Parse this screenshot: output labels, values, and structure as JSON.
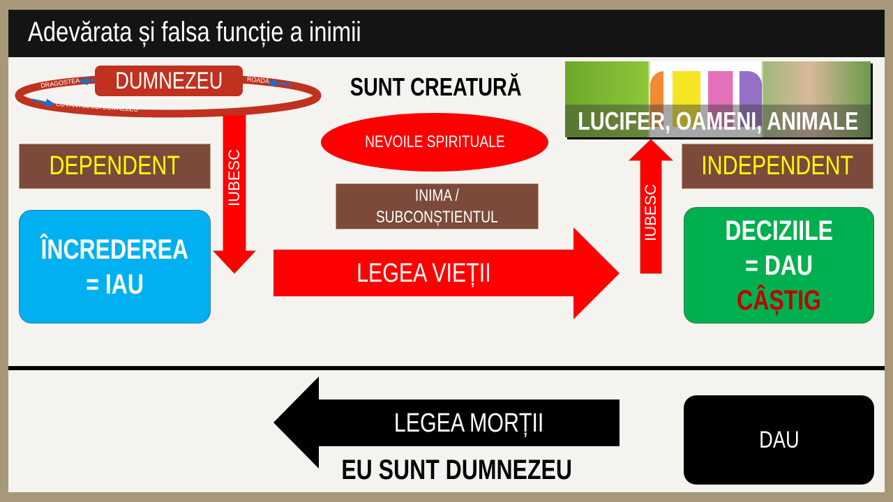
{
  "title": "Adevărata și falsa funcție a inimii",
  "cycle": {
    "center": "DUMNEZEU",
    "left": "DRAGOSTEA",
    "right": "ROADĂ",
    "bottom": "CUVÂNTUL LUI DUMNEZEU"
  },
  "heading_top": "SUNT CREATURĂ",
  "needs": "NEVOILE SPIRITUALE",
  "heart": {
    "line1": "INIMA /",
    "line2": "SUBCONȘTIENTUL"
  },
  "dependent": "DEPENDENT",
  "independent": "INDEPENDENT",
  "trust": {
    "line1": "ÎNCREDEREA",
    "line2": "= IAU"
  },
  "decisions": {
    "line1": "DECIZIILE",
    "line2": "= DAU",
    "line3": "CÂȘTIG"
  },
  "love_down": "IUBESC",
  "love_up": "IUBESC",
  "law_life": "LEGEA VIEȚII",
  "image_caption": "LUCIFER, OAMENI, ANIMALE",
  "law_death": "LEGEA MORȚII",
  "heading_bottom": "EU SUNT DUMNEZEU",
  "give": "DAU",
  "colors": {
    "red": "#ff0000",
    "darkred": "#c0311f",
    "brown": "#7b4a3a",
    "blue": "#00b0f0",
    "green": "#00b050",
    "yellow": "#ffff00",
    "gain": "#c00000"
  }
}
